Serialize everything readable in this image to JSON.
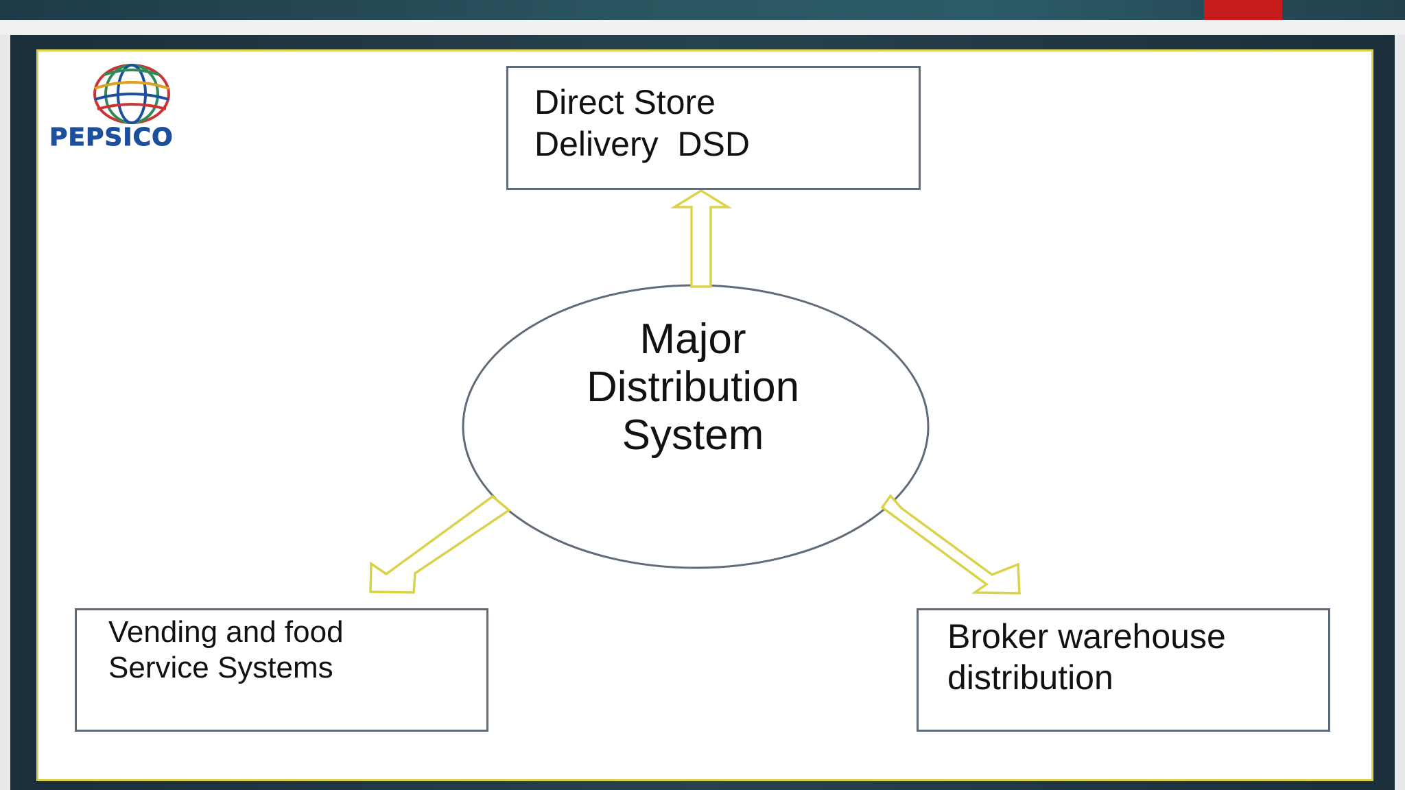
{
  "slide": {
    "logo": {
      "name": "pepsico-globe-icon",
      "text": "PEPSICO"
    },
    "hub": {
      "lines": [
        "Major",
        "Distribution",
        "System"
      ]
    },
    "nodes": {
      "dsd": {
        "lines": [
          "Direct Store",
          "Delivery  DSD"
        ]
      },
      "vending": {
        "lines": [
          "Vending and food",
          "Service Systems"
        ]
      },
      "broker": {
        "lines": [
          "Broker warehouse",
          "distribution"
        ]
      }
    },
    "colors": {
      "arrow_stroke": "#d9d24a",
      "box_border": "#5f6b78",
      "circle_border": "#5f6b78",
      "slide_border": "#d9d24a",
      "logo_blue": "#1c4f9c",
      "window_accent": "#c81b1b"
    }
  }
}
